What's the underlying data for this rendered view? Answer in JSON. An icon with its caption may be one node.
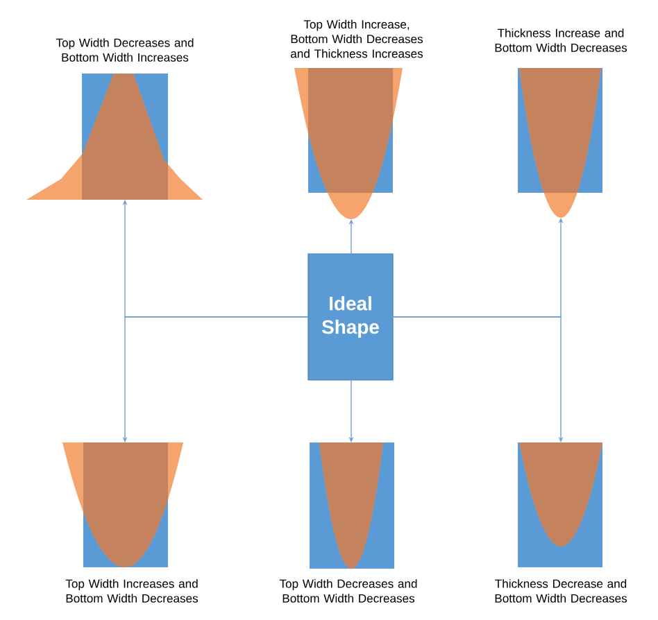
{
  "diagram": {
    "nodes": [
      {
        "text": [
          "Top Width Decreases and Bottom Width Increases"
        ]
      },
      {
        "text": [
          "Top Width Increase, Bottom Width Decreases and Thickness Increases"
        ]
      },
      {
        "text": [
          "Thickness Increase and Bottom Width Decreases"
        ]
      },
      {
        "text": [
          "Ideal Shape"
        ]
      },
      {
        "text": [
          "Top Width Increases and Bottom Width Decreases"
        ]
      },
      {
        "text": [
          "Top Width Decreases and Bottom Width Decreases"
        ]
      },
      {
        "text": [
          "Thickness Decrease and Bottom Width Decreases"
        ]
      }
    ],
    "edges": [
      {
        "from": 3,
        "to": 0,
        "arrow": "to"
      },
      {
        "from": 3,
        "to": 1,
        "arrow": "to"
      },
      {
        "from": 3,
        "to": 2,
        "arrow": "to"
      },
      {
        "from": 3,
        "to": 4,
        "arrow": "to"
      },
      {
        "from": 3,
        "to": 5,
        "arrow": "to"
      },
      {
        "from": 3,
        "to": 6,
        "arrow": "to"
      }
    ]
  }
}
